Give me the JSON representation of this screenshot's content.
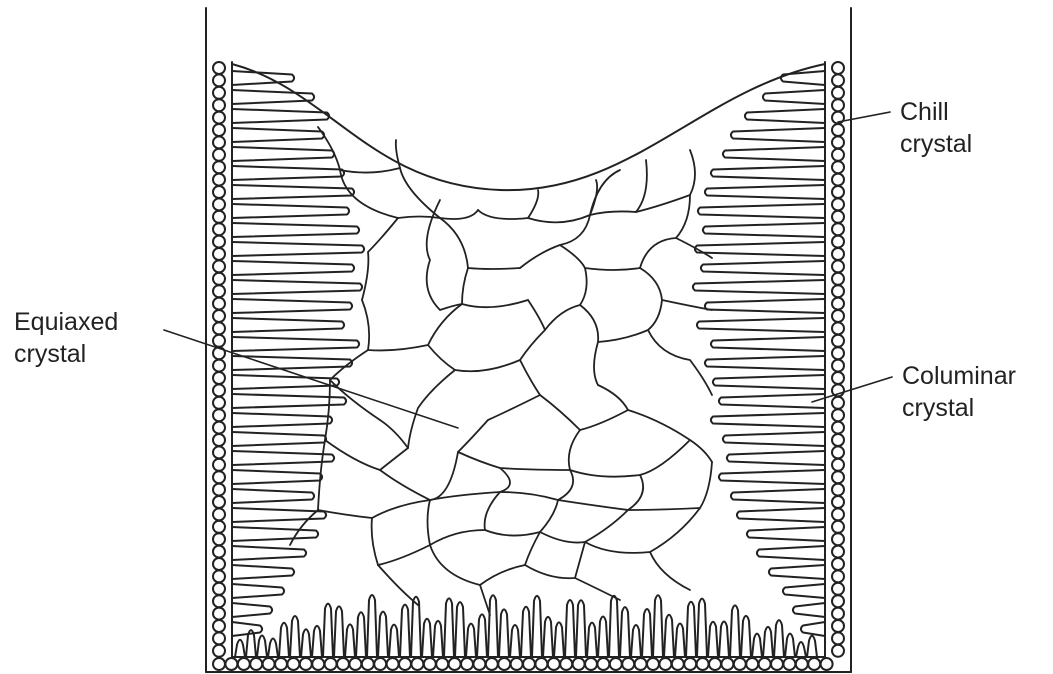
{
  "labels": {
    "chill": [
      "Chill",
      "crystal"
    ],
    "equiaxed": [
      "Equiaxed",
      "crystal"
    ],
    "columnar": [
      "Columinar",
      "crystal"
    ]
  },
  "colors": {
    "stroke": "#222222",
    "background": "#ffffff"
  }
}
